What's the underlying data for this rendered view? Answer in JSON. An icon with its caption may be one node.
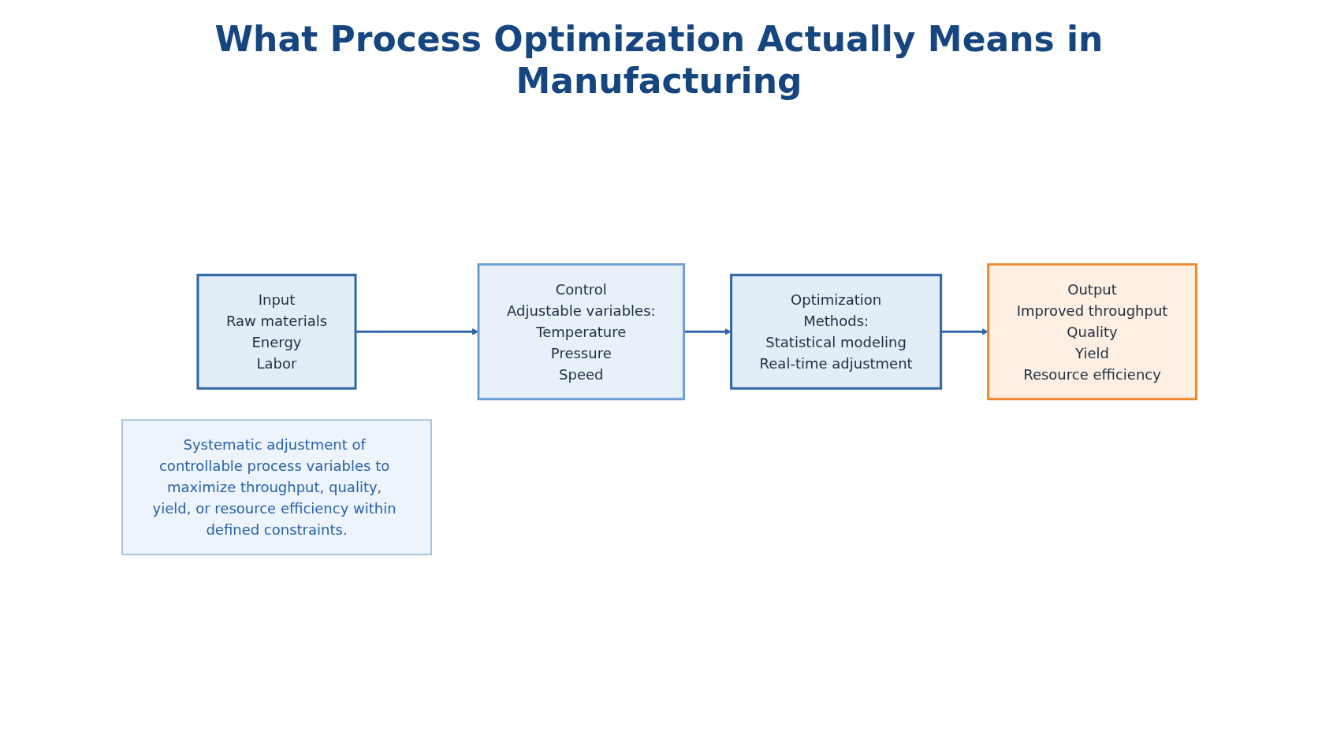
{
  "diagram": {
    "title": "What Process Optimization Actually Means in Manufacturing",
    "nodes": [
      {
        "text": [
          "Input",
          "Raw materials",
          "Energy",
          "Labor"
        ]
      },
      {
        "text": [
          "Control",
          "Adjustable variables:",
          "Temperature",
          "Pressure",
          "Speed"
        ]
      },
      {
        "text": [
          "Optimization",
          "Methods:",
          "Statistical modeling",
          "Real-time adjustment"
        ]
      },
      {
        "text": [
          "Output",
          "Improved throughput",
          "Quality",
          "Yield",
          "Resource efficiency"
        ]
      },
      {
        "text": [
          "Systematic adjustment of controllable process variables to maximize throughput, quality, yield, or resource efficiency within defined constraints."
        ]
      }
    ],
    "edges": [
      {
        "from": 0,
        "to": 1,
        "arrow": "to"
      },
      {
        "from": 1,
        "to": 2,
        "arrow": "to"
      },
      {
        "from": 2,
        "to": 3,
        "arrow": "to"
      }
    ]
  }
}
